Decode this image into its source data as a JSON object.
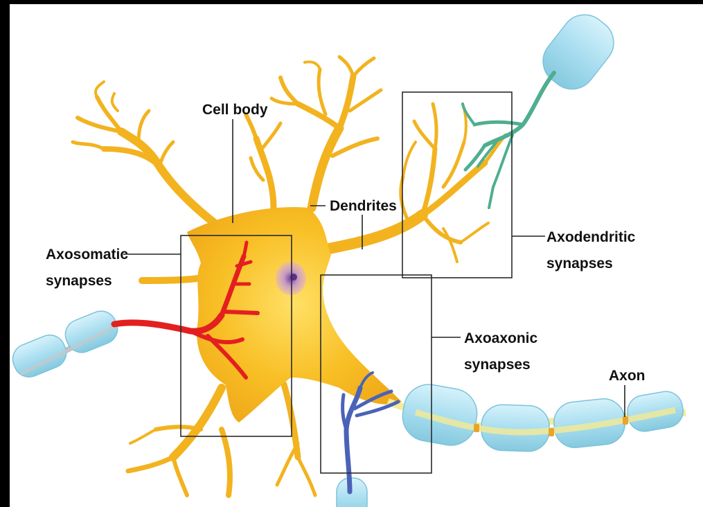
{
  "labels": {
    "cell_body": "Cell body",
    "dendrites": "Dendrites",
    "axosomatic_line1": "Axosomatic",
    "axosomatic_line2": "synapses",
    "axodendritic_line1": "Axodendritic",
    "axodendritic_line2": "synapses",
    "axoaxonic_line1": "Axoaxonic",
    "axoaxonic_line2": "synapses",
    "axon": "Axon"
  },
  "colors": {
    "neuron_fill": "#f5b51c",
    "neuron_light": "#ffd84a",
    "dendrite": "#f2b31f",
    "nucleus": "#b98ab4",
    "nucleolus": "#6a3b9a",
    "myelin": "#aee0ef",
    "myelin_edge": "#7cc3da",
    "axon_core": "#f3ec9a",
    "node": "#e8a52a",
    "axosomatic_axon": "#e41f1f",
    "axodendritic_axon": "#4fae91",
    "axoaxonic_axon": "#4a63b8",
    "gray_axon": "#bdbdbd"
  }
}
